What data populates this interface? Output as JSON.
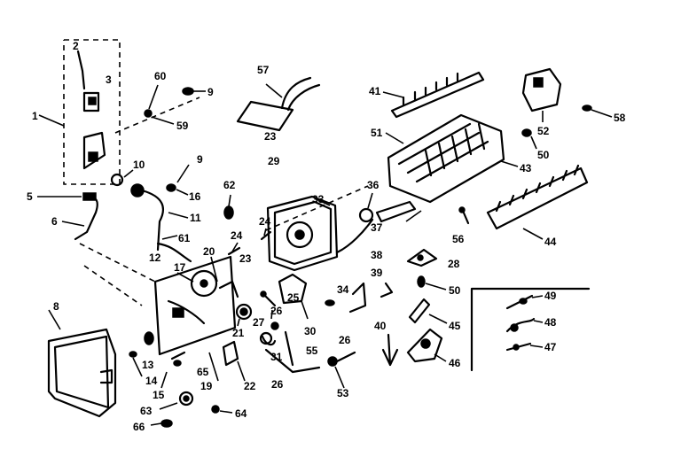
{
  "diagram": {
    "callouts": [
      {
        "id": "c-2",
        "text": "2"
      },
      {
        "id": "c-3",
        "text": "3"
      },
      {
        "id": "c-1",
        "text": "1"
      },
      {
        "id": "c-60",
        "text": "60"
      },
      {
        "id": "c-9a",
        "text": "9"
      },
      {
        "id": "c-59",
        "text": "59"
      },
      {
        "id": "c-57",
        "text": "57"
      },
      {
        "id": "c-41",
        "text": "41"
      },
      {
        "id": "c-52",
        "text": "52"
      },
      {
        "id": "c-58",
        "text": "58"
      },
      {
        "id": "c-10",
        "text": "10"
      },
      {
        "id": "c-9b",
        "text": "9"
      },
      {
        "id": "c-16",
        "text": "16"
      },
      {
        "id": "c-23a",
        "text": "23"
      },
      {
        "id": "c-29",
        "text": "29"
      },
      {
        "id": "c-51",
        "text": "51"
      },
      {
        "id": "c-50a",
        "text": "50"
      },
      {
        "id": "c-43",
        "text": "43"
      },
      {
        "id": "c-5",
        "text": "5"
      },
      {
        "id": "c-6",
        "text": "6"
      },
      {
        "id": "c-11",
        "text": "11"
      },
      {
        "id": "c-62",
        "text": "62"
      },
      {
        "id": "c-33",
        "text": "33"
      },
      {
        "id": "c-36",
        "text": "36"
      },
      {
        "id": "c-37",
        "text": "37"
      },
      {
        "id": "c-56",
        "text": "56"
      },
      {
        "id": "c-44",
        "text": "44"
      },
      {
        "id": "c-61",
        "text": "61"
      },
      {
        "id": "c-24a",
        "text": "24"
      },
      {
        "id": "c-24b",
        "text": "24"
      },
      {
        "id": "c-23b",
        "text": "23"
      },
      {
        "id": "c-12",
        "text": "12"
      },
      {
        "id": "c-17",
        "text": "17"
      },
      {
        "id": "c-20",
        "text": "20"
      },
      {
        "id": "c-38",
        "text": "38"
      },
      {
        "id": "c-28",
        "text": "28"
      },
      {
        "id": "c-39",
        "text": "39"
      },
      {
        "id": "c-50b",
        "text": "50"
      },
      {
        "id": "c-8",
        "text": "8"
      },
      {
        "id": "c-25",
        "text": "25"
      },
      {
        "id": "c-34",
        "text": "34"
      },
      {
        "id": "c-49",
        "text": "49"
      },
      {
        "id": "c-26a",
        "text": "26"
      },
      {
        "id": "c-27",
        "text": "27"
      },
      {
        "id": "c-30",
        "text": "30"
      },
      {
        "id": "c-26b",
        "text": "26"
      },
      {
        "id": "c-45",
        "text": "45"
      },
      {
        "id": "c-48",
        "text": "48"
      },
      {
        "id": "c-21",
        "text": "21"
      },
      {
        "id": "c-40",
        "text": "40"
      },
      {
        "id": "c-47",
        "text": "47"
      },
      {
        "id": "c-13",
        "text": "13"
      },
      {
        "id": "c-31",
        "text": "31"
      },
      {
        "id": "c-55",
        "text": "55"
      },
      {
        "id": "c-46",
        "text": "46"
      },
      {
        "id": "c-14",
        "text": "14"
      },
      {
        "id": "c-65",
        "text": "65"
      },
      {
        "id": "c-19",
        "text": "19"
      },
      {
        "id": "c-22",
        "text": "22"
      },
      {
        "id": "c-26c",
        "text": "26"
      },
      {
        "id": "c-15",
        "text": "15"
      },
      {
        "id": "c-53",
        "text": "53"
      },
      {
        "id": "c-63",
        "text": "63"
      },
      {
        "id": "c-64",
        "text": "64"
      },
      {
        "id": "c-66",
        "text": "66"
      }
    ]
  }
}
